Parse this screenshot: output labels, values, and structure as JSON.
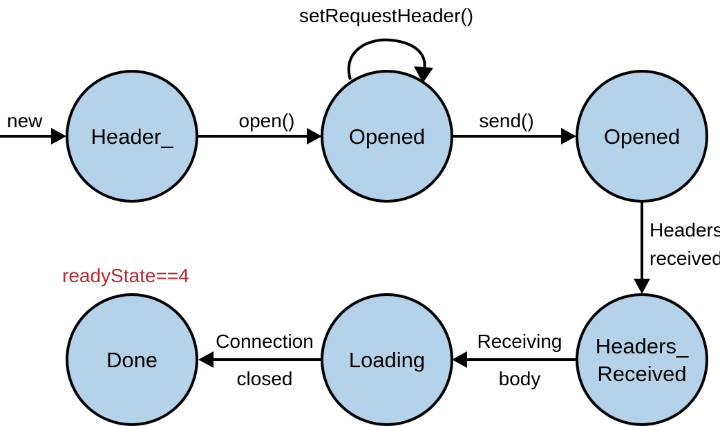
{
  "states": {
    "header": {
      "label": "Header_"
    },
    "opened_1": {
      "label": "Opened"
    },
    "opened_2": {
      "label": "Opened"
    },
    "headers_received": {
      "label_line1": "Headers_",
      "label_line2": "Received"
    },
    "loading": {
      "label": "Loading"
    },
    "done": {
      "label": "Done"
    }
  },
  "transitions": {
    "new": "new",
    "open": "open()",
    "set_request_header": "setRequestHeader()",
    "send": "send()",
    "headers_received_line1": "Headers",
    "headers_received_line2": "received",
    "receiving_body_line1": "Receiving",
    "receiving_body_line2": "body",
    "connection_closed_line1": "Connection",
    "connection_closed_line2": "closed"
  },
  "note": {
    "ready_state": "readyState==4"
  },
  "colors": {
    "state_fill": "#b4d3ea",
    "note": "#c0262d",
    "stroke": "#000000"
  }
}
